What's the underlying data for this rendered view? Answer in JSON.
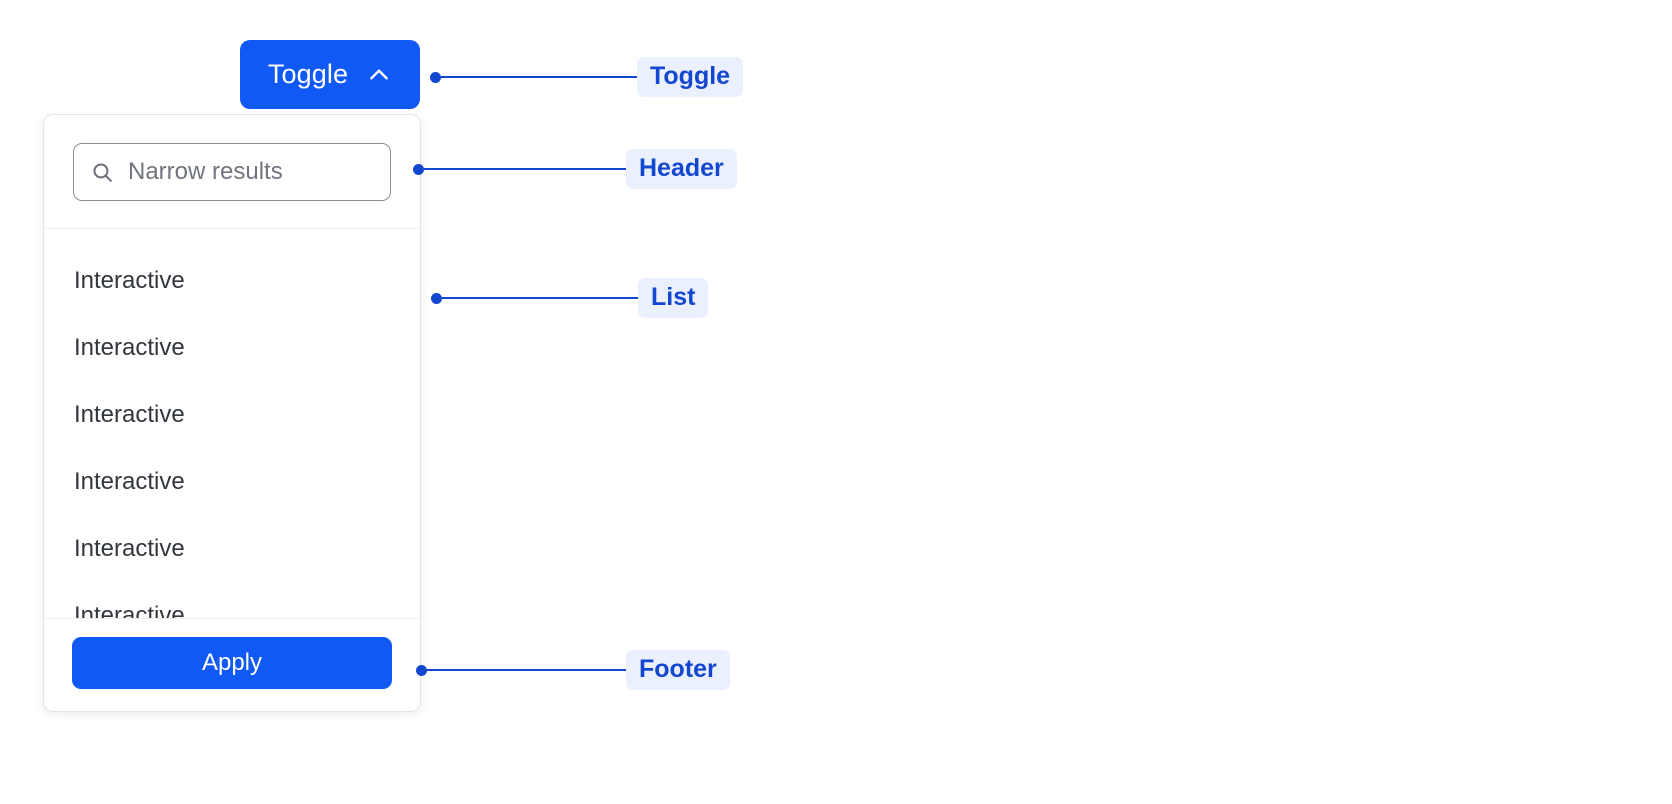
{
  "component": {
    "name": "Filter dropdown anatomy",
    "accent_color": "#1059f5",
    "annotation_color": "#1447cf",
    "annotation_badge_bg": "#eaf0fe"
  },
  "toggle": {
    "label": "Toggle",
    "icon": "chevron-up-icon",
    "expanded": true
  },
  "header": {
    "search": {
      "icon": "search-icon",
      "placeholder": "Narrow results",
      "value": ""
    }
  },
  "list": {
    "items": [
      {
        "label": "Interactive"
      },
      {
        "label": "Interactive"
      },
      {
        "label": "Interactive"
      },
      {
        "label": "Interactive"
      },
      {
        "label": "Interactive"
      },
      {
        "label": "Interactive"
      }
    ]
  },
  "footer": {
    "apply_label": "Apply"
  },
  "annotations": [
    {
      "label": "Toggle",
      "target": "toggle-button"
    },
    {
      "label": "Header",
      "target": "panel-header"
    },
    {
      "label": "List",
      "target": "panel-list"
    },
    {
      "label": "Footer",
      "target": "panel-footer"
    }
  ]
}
